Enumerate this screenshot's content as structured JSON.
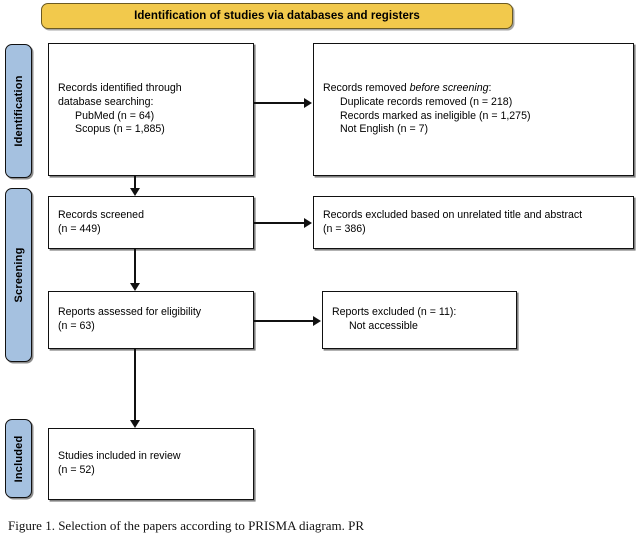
{
  "banner": {
    "label": "Identification of studies via databases and registers"
  },
  "rails": [
    {
      "name": "identification",
      "label": "Identification"
    },
    {
      "name": "screening",
      "label": "Screening"
    },
    {
      "name": "included",
      "label": "Included"
    }
  ],
  "boxes": {
    "identified": {
      "lines": [
        "Records identified through",
        "database searching:",
        "PubMed (n = 64)",
        "Scopus (n = 1,885)"
      ]
    },
    "removed": {
      "prefix": "Records removed ",
      "italic": "before screening",
      "suffix": ":",
      "lines": [
        "Duplicate records removed (n = 218)",
        "Records marked as ineligible (n = 1,275)",
        "Not English (n = 7)"
      ]
    },
    "screened": {
      "lines": [
        "Records screened",
        "(n = 449)"
      ]
    },
    "excluded_title": {
      "lines": [
        "Records excluded based on unrelated title and abstract",
        "(n = 386)"
      ]
    },
    "eligibility": {
      "lines": [
        "Reports assessed for eligibility",
        "(n = 63)"
      ]
    },
    "reports_excluded": {
      "lines": [
        "Reports excluded (n = 11):",
        "Not accessible"
      ]
    },
    "included": {
      "lines": [
        "Studies included in review",
        "(n = 52)"
      ]
    }
  },
  "caption": {
    "text": "Figure 1. Selection of the papers according to PRISMA diagram. PR"
  },
  "colors": {
    "banner_fill": "#F2C94C",
    "rail_fill": "#A5C1E0",
    "stroke": "#111111",
    "box_fill": "#FFFFFF"
  }
}
